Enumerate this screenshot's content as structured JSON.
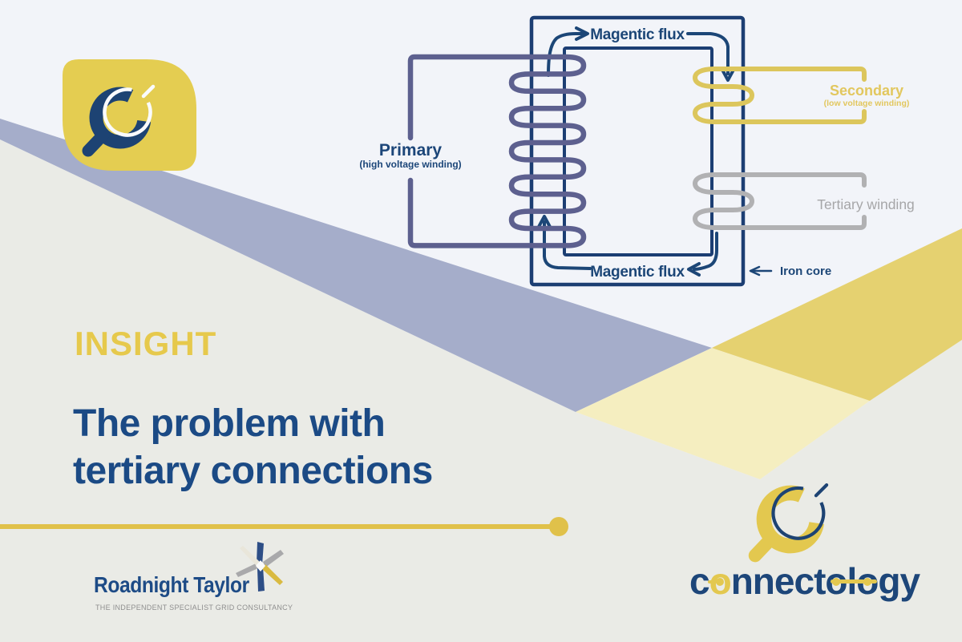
{
  "colors": {
    "background_light": "#f2f4f9",
    "background_gray": "#eaebe6",
    "periwinkle_band": "#a5adca",
    "pale_yellow_wedge": "#f5eec0",
    "dark_yellow_band": "#e5d170",
    "brand_yellow": "#e6c94c",
    "dark_blue": "#1c4679",
    "coil_slate": "#5d608f",
    "coil_yellow": "#dcc65c",
    "coil_gray": "#b1b1b3"
  },
  "diagram": {
    "flux_label_top": "Magentic flux",
    "flux_label_bottom": "Magentic flux",
    "primary": {
      "label": "Primary",
      "sub": "(high voltage winding)"
    },
    "secondary": {
      "label": "Secondary",
      "sub": "(low voltage winding)"
    },
    "tertiary": {
      "label": "Tertiary winding"
    },
    "iron_core": {
      "label": "Iron core"
    }
  },
  "content": {
    "kicker": "INSIGHT",
    "title_line1": "The problem with",
    "title_line2": "tertiary connections"
  },
  "footer": {
    "roadnight": {
      "name": "Roadnight Taylor",
      "tagline": "THE INDEPENDENT SPECIALIST GRID CONSULTANCY"
    },
    "connectology": {
      "p1": "c",
      "p2": "o",
      "p3": "nnect",
      "p4": "o",
      "p5": "l",
      "p6": "o",
      "p7": "gy"
    }
  }
}
